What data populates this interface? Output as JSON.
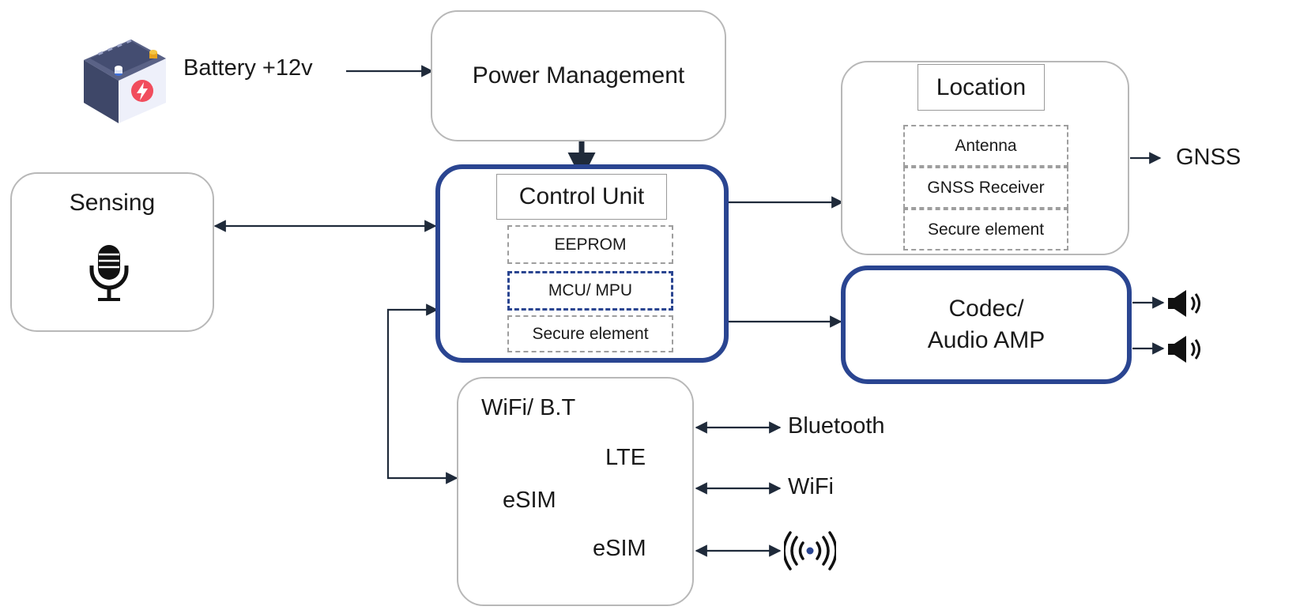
{
  "battery": {
    "label": "Battery +12v"
  },
  "power_management": {
    "title": "Power Management"
  },
  "sensing": {
    "title": "Sensing",
    "icon": "microphone-icon"
  },
  "control_unit": {
    "title": "Control Unit",
    "components": [
      "EEPROM",
      "MCU/ MPU",
      "Secure element"
    ]
  },
  "location": {
    "title": "Location",
    "components": [
      "Antenna",
      "GNSS Receiver",
      "Secure element"
    ],
    "output": "GNSS"
  },
  "codec": {
    "line1": "Codec/",
    "line2": "Audio AMP",
    "outputs_icon": "speaker-icon"
  },
  "connectivity": {
    "labels": [
      "WiFi/ B.T",
      "LTE",
      "eSIM",
      "eSIM"
    ],
    "outputs": [
      "Bluetooth",
      "WiFi"
    ],
    "radio_icon": "radio-antenna-icon"
  },
  "colors": {
    "accent_border": "#2a4591",
    "box_border": "#b8b8b8",
    "arrow": "#1f2a3a"
  }
}
